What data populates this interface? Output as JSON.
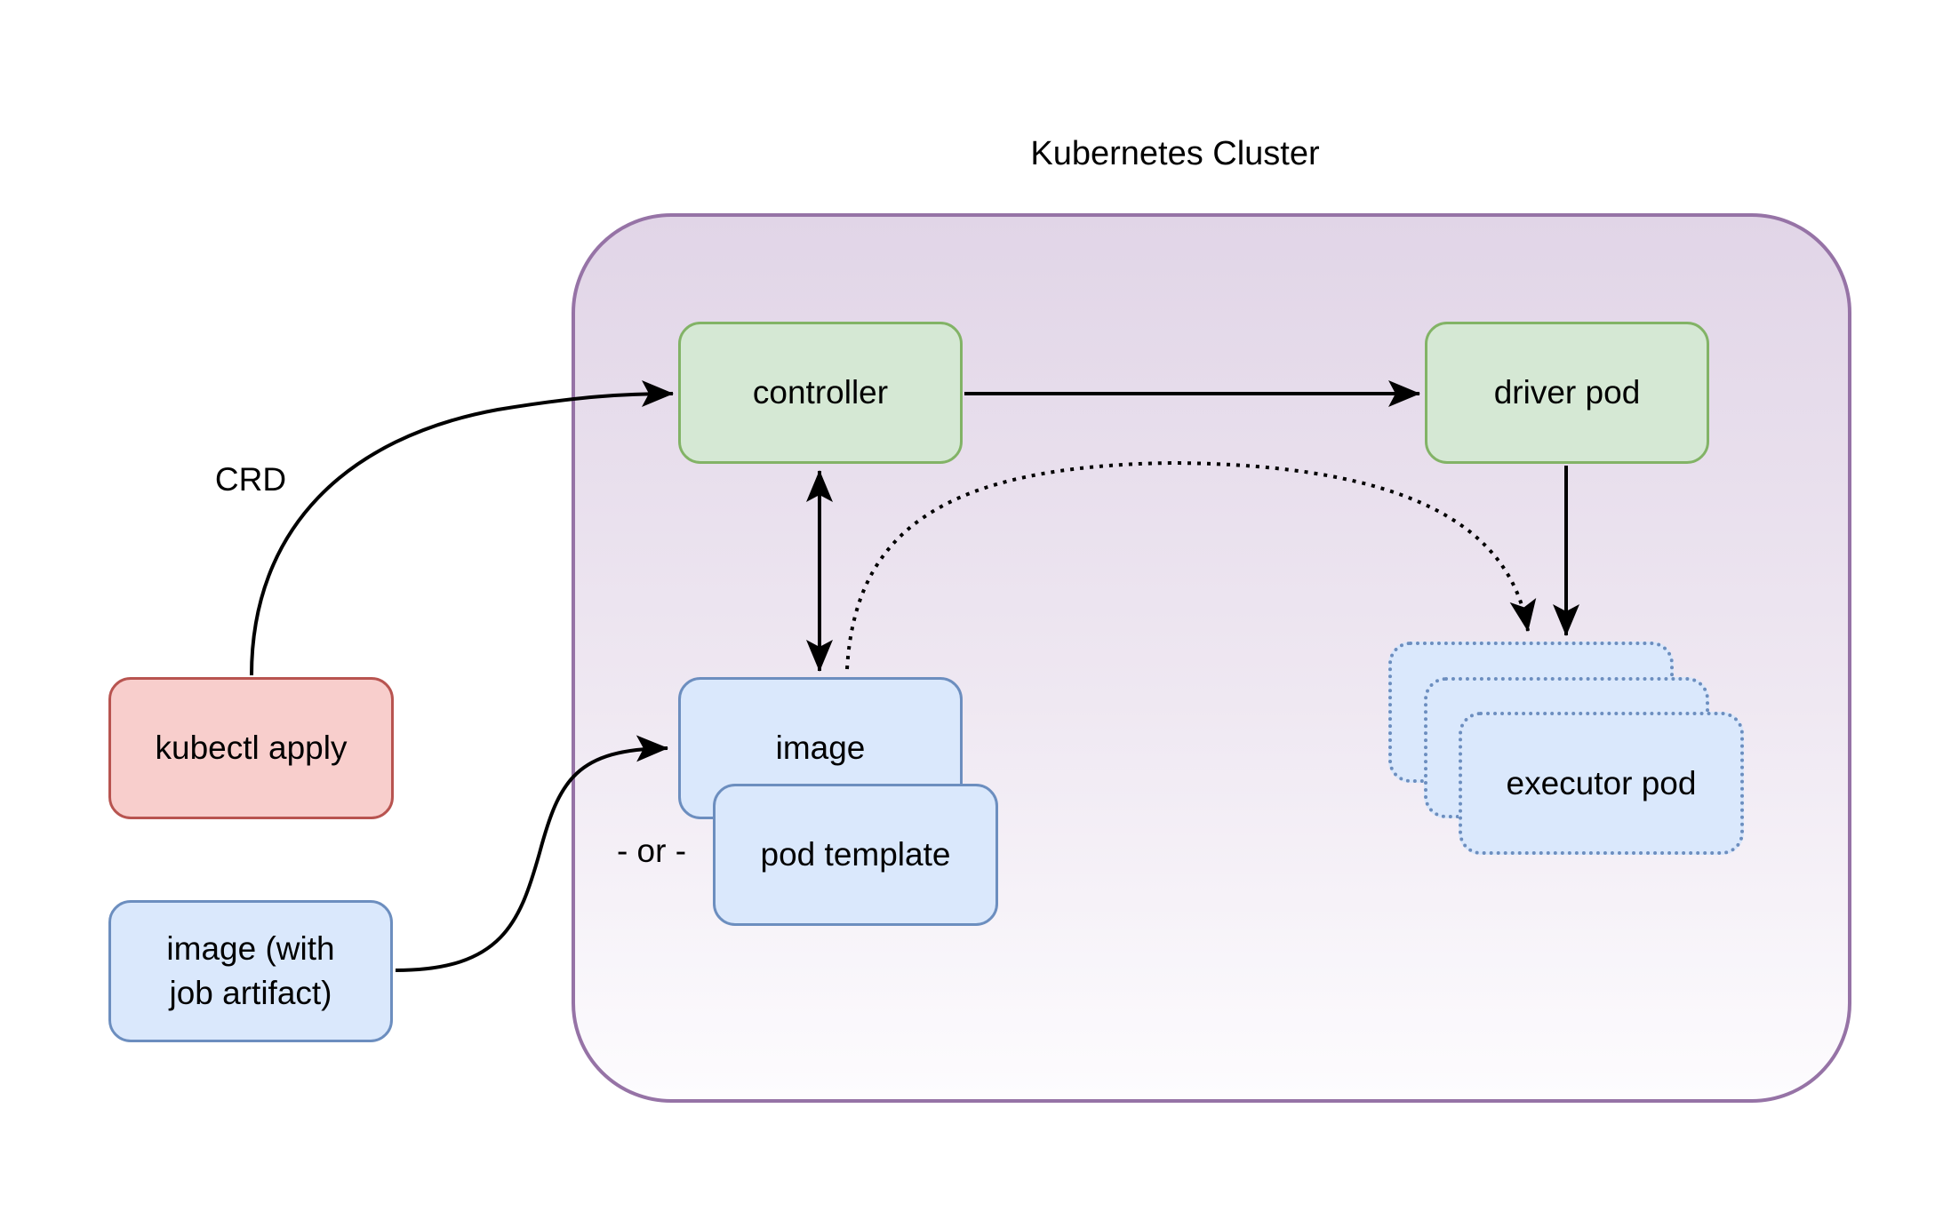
{
  "diagram": {
    "title": "Kubernetes Cluster",
    "labels": {
      "crd": "CRD",
      "or": "- or -"
    },
    "nodes": {
      "kubectl": {
        "label": "kubectl apply"
      },
      "image_artifact": {
        "line1": "image (with",
        "line2": "job artifact)"
      },
      "controller": {
        "label": "controller"
      },
      "driver_pod": {
        "label": "driver pod"
      },
      "image": {
        "label": "image"
      },
      "pod_template": {
        "label": "pod template"
      },
      "executor_pod": {
        "label": "executor pod"
      }
    },
    "colors": {
      "green_fill": "#d5e8d4",
      "green_stroke": "#82b366",
      "blue_fill": "#dae8fc",
      "blue_stroke": "#6c8ebf",
      "red_fill": "#f8cecc",
      "red_stroke": "#b85450",
      "cluster_stroke": "#9673a6",
      "cluster_fill_top": "#e1d5e7",
      "arrow": "#000000"
    }
  }
}
